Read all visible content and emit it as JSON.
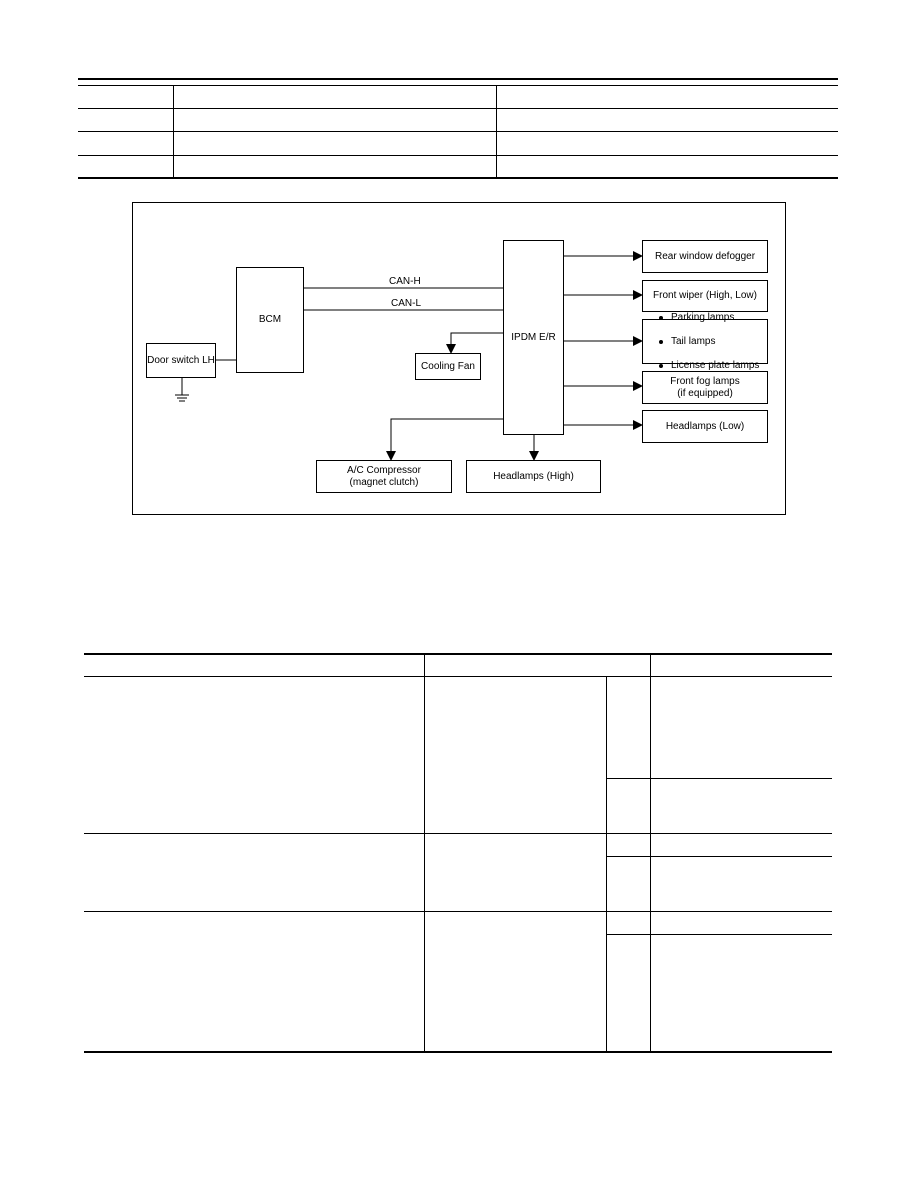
{
  "diagram": {
    "modules": {
      "bcm": "BCM",
      "ipdm": "IPDM E/R",
      "door_switch": "Door switch LH",
      "cooling_fan": "Cooling Fan",
      "ac_compressor": "A/C Compressor\n(magnet clutch)",
      "headlamps_high": "Headlamps (High)",
      "rear_defogger": "Rear window defogger",
      "front_wiper": "Front wiper (High, Low)",
      "lamp_items": [
        "Parking lamps",
        "Tail lamps",
        "License plate lamps"
      ],
      "front_fog": "Front fog lamps\n(if equipped)",
      "headlamps_low": "Headlamps (Low)"
    },
    "signals": {
      "can_h": "CAN-H",
      "can_l": "CAN-L"
    }
  }
}
